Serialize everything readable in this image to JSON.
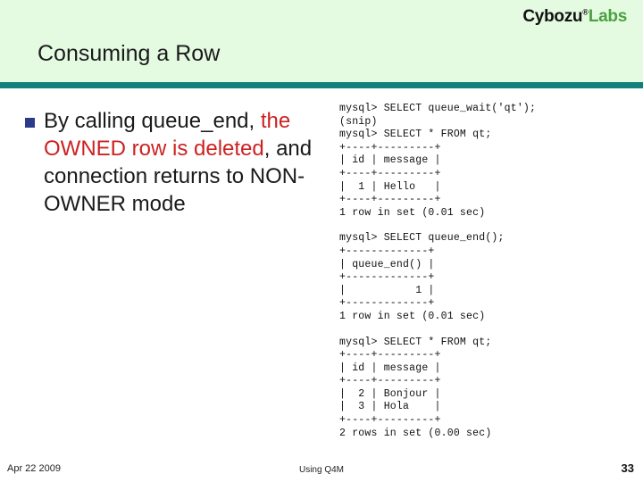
{
  "logo": {
    "brand": "Cybozu",
    "trademark": "®",
    "suffix": "Labs",
    "brand_color": "#111111",
    "suffix_color": "#4aa13f"
  },
  "header": {
    "title": "Consuming a Row",
    "band_color": "#e4fbe2",
    "rule_color": "#10807a"
  },
  "bullet": {
    "marker_color": "#2c3a87",
    "highlight_color": "#cc2222",
    "segments": {
      "part1": "By calling queue_end, ",
      "part2_red": "the OWNED row is deleted",
      "part3": ", and connection returns to NON-OWNER mode"
    },
    "full_text": "By calling queue_end, the OWNED row is deleted, and connection returns to NON-OWNER mode"
  },
  "code": {
    "block1": "mysql> SELECT queue_wait('qt');\n(snip)\nmysql> SELECT * FROM qt;\n+----+---------+\n| id | message |\n+----+---------+\n|  1 | Hello   |\n+----+---------+\n1 row in set (0.01 sec)",
    "block2": "mysql> SELECT queue_end();\n+-------------+\n| queue_end() |\n+-------------+\n|           1 |\n+-------------+\n1 row in set (0.01 sec)",
    "block3": "mysql> SELECT * FROM qt;\n+----+---------+\n| id | message |\n+----+---------+\n|  2 | Bonjour |\n|  3 | Hola    |\n+----+---------+\n2 rows in set (0.00 sec)"
  },
  "footer": {
    "date": "Apr 22 2009",
    "center": "Using Q4M",
    "page_number": "33"
  }
}
